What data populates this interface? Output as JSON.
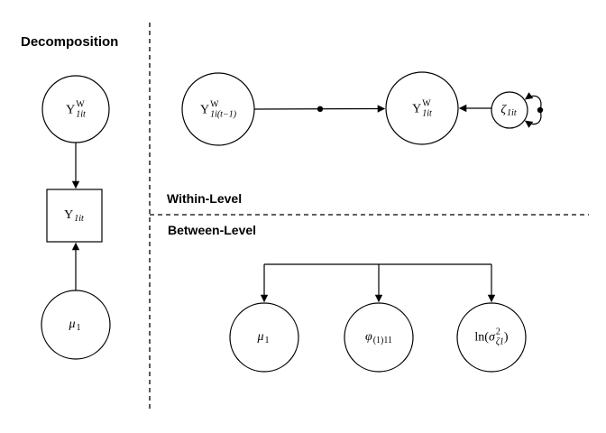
{
  "titles": {
    "decomposition": "Decomposition",
    "within_level": "Within-Level",
    "between_level": "Between-Level"
  },
  "colors": {
    "line": "#000000",
    "background": "#ffffff",
    "text": "#000000"
  },
  "nodes": {
    "decomp_y_within": {
      "shape": "circle",
      "base": "Y",
      "sup": "W",
      "sub": "1it"
    },
    "decomp_y_obs": {
      "shape": "square",
      "base": "Y",
      "sub": "1it"
    },
    "decomp_mu": {
      "shape": "circle",
      "base": "μ",
      "sub": "1"
    },
    "within_y_lag": {
      "shape": "circle",
      "base": "Y",
      "sup": "W",
      "sub": "1i(t−1)"
    },
    "within_y": {
      "shape": "circle",
      "base": "Y",
      "sup": "W",
      "sub": "1it"
    },
    "within_zeta": {
      "shape": "circle",
      "base": "ζ",
      "sub": "1it"
    },
    "between_mu": {
      "shape": "circle",
      "base": "μ",
      "sub": "1"
    },
    "between_phi": {
      "shape": "circle",
      "base": "φ",
      "sub": "(1)11"
    },
    "between_lnsigma": {
      "shape": "circle",
      "pre": "ln(",
      "base": "σ",
      "sup": "2",
      "sub": "ζ1",
      "post": ")"
    }
  },
  "edges": [
    {
      "from": "decomp_y_within",
      "to": "decomp_y_obs",
      "style": "single-headed-arrow"
    },
    {
      "from": "decomp_mu",
      "to": "decomp_y_obs",
      "style": "single-headed-arrow"
    },
    {
      "from": "within_y_lag",
      "to": "within_y",
      "style": "single-headed-arrow",
      "random_effect_dot": true
    },
    {
      "from": "within_zeta",
      "to": "within_y",
      "style": "single-headed-arrow"
    },
    {
      "from": "within_zeta",
      "to": "within_zeta",
      "style": "double-headed-self-loop",
      "random_effect_dot": true
    },
    {
      "from": "between_connector",
      "to": "between_mu",
      "style": "single-headed-arrow"
    },
    {
      "from": "between_connector",
      "to": "between_phi",
      "style": "single-headed-arrow"
    },
    {
      "from": "between_connector",
      "to": "between_lnsigma",
      "style": "single-headed-arrow"
    }
  ]
}
